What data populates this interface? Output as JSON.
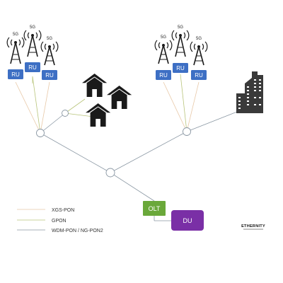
{
  "colors": {
    "ru_box": "#3d6fc4",
    "olt_box": "#6aa83a",
    "du_box": "#7a2fa6",
    "xgs_pon_line": "#e8c9a8",
    "gpon_line": "#b8c47a",
    "wdm_line": "#8a97a3",
    "icon_dark": "#1a1a1a",
    "building": "#3a3a3a"
  },
  "cell_sites": [
    {
      "id": "left",
      "tower_label": "5G",
      "ru_label": "RU"
    },
    {
      "id": "right",
      "tower_label": "5G",
      "ru_label": "RU"
    }
  ],
  "olt": {
    "label": "OLT"
  },
  "du": {
    "label": "DU"
  },
  "legend": [
    {
      "label": "XGS-PON",
      "line_color": "#e8c9a8"
    },
    {
      "label": "GPON",
      "line_color": "#b8c47a"
    },
    {
      "label": "WDM-PON / NG-PON2",
      "line_color": "#8a97a3"
    }
  ],
  "logo": {
    "text": "ETHERNITY"
  },
  "icons": [
    "cell-tower-icon",
    "house-icon",
    "office-building-icon",
    "splitter-node-icon"
  ]
}
